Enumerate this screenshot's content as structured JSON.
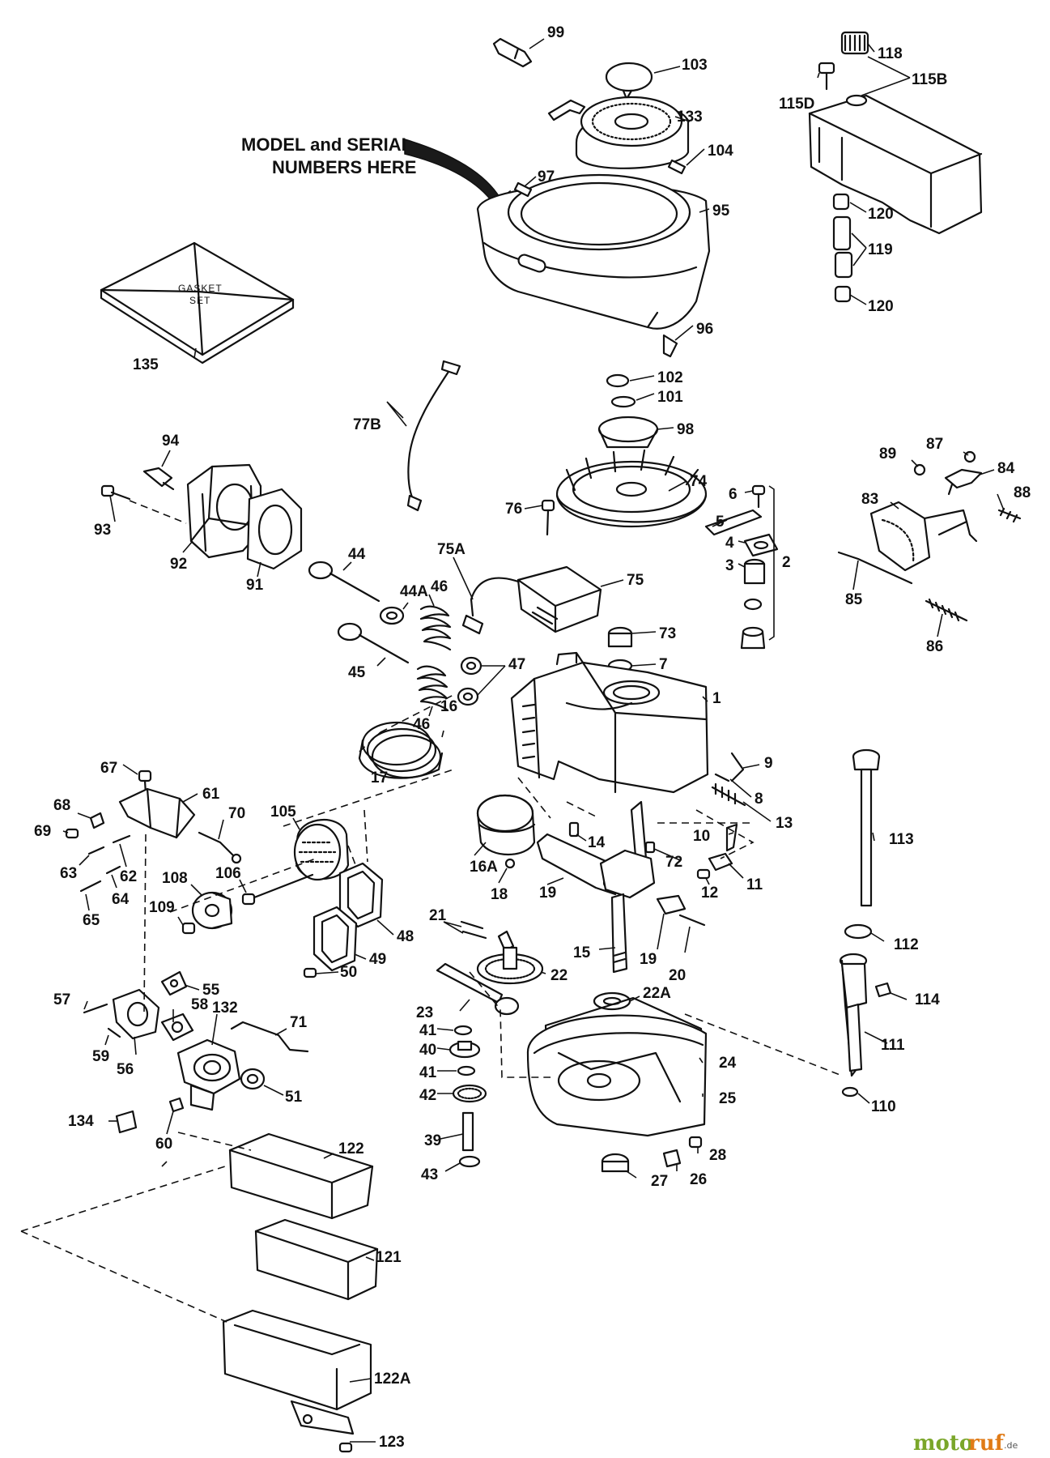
{
  "note": {
    "line1": "MODEL and SERIAL",
    "line2": "NUMBERS HERE"
  },
  "gasket_set": {
    "line1": "GASKET",
    "line2": "SET"
  },
  "labels": {
    "l1": "1",
    "l2": "2",
    "l3": "3",
    "l4": "4",
    "l5": "5",
    "l6": "6",
    "l7": "7",
    "l8": "8",
    "l9": "9",
    "l10": "10",
    "l11": "11",
    "l12": "12",
    "l13": "13",
    "l14": "14",
    "l15": "15",
    "l16": "16",
    "l16A": "16A",
    "l17": "17",
    "l18": "18",
    "l19a": "19",
    "l19b": "19",
    "l20": "20",
    "l21": "21",
    "l22": "22",
    "l22A": "22A",
    "l23": "23",
    "l24": "24",
    "l25": "25",
    "l26": "26",
    "l27": "27",
    "l28": "28",
    "l39": "39",
    "l40": "40",
    "l41a": "41",
    "l41b": "41",
    "l42": "42",
    "l43": "43",
    "l44": "44",
    "l44A": "44A",
    "l45": "45",
    "l46a": "46",
    "l46b": "46",
    "l47": "47",
    "l48": "48",
    "l49": "49",
    "l50": "50",
    "l51": "51",
    "l55": "55",
    "l56": "56",
    "l57": "57",
    "l58": "58",
    "l59": "59",
    "l60": "60",
    "l61": "61",
    "l62": "62",
    "l63": "63",
    "l64": "64",
    "l65": "65",
    "l67": "67",
    "l68": "68",
    "l69": "69",
    "l70": "70",
    "l71": "71",
    "l72": "72",
    "l73": "73",
    "l74": "74",
    "l75": "75",
    "l75A": "75A",
    "l76": "76",
    "l77B": "77B",
    "l83": "83",
    "l84": "84",
    "l85": "85",
    "l86": "86",
    "l87": "87",
    "l88": "88",
    "l89": "89",
    "l91": "91",
    "l92": "92",
    "l93": "93",
    "l94": "94",
    "l95": "95",
    "l96": "96",
    "l97": "97",
    "l98": "98",
    "l99": "99",
    "l101": "101",
    "l102": "102",
    "l103": "103",
    "l104": "104",
    "l105": "105",
    "l106": "106",
    "l108": "108",
    "l109": "109",
    "l110": "110",
    "l111": "111",
    "l112": "112",
    "l113": "113",
    "l114": "114",
    "l115B": "115B",
    "l115D": "115D",
    "l118": "118",
    "l119": "119",
    "l120a": "120",
    "l120b": "120",
    "l121": "121",
    "l122": "122",
    "l122A": "122A",
    "l123": "123",
    "l132": "132",
    "l133": "133",
    "l134": "134",
    "l135": "135"
  },
  "watermark": {
    "part1": "moto",
    "part2": "ruf",
    "suffix": ".de"
  },
  "colors": {
    "ink": "#111111",
    "watermark_green": "#7aa62a",
    "watermark_orange": "#e07b17"
  }
}
